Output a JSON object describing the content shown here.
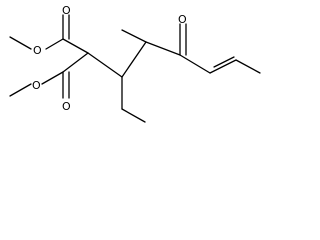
{
  "structure": {
    "atoms": {
      "o_ester_top_carbonyl": "O",
      "o_ester_top_ether": "O",
      "o_ester_bottom_carbonyl": "O",
      "o_ester_bottom_ether": "O",
      "o_ketone": "O"
    }
  }
}
